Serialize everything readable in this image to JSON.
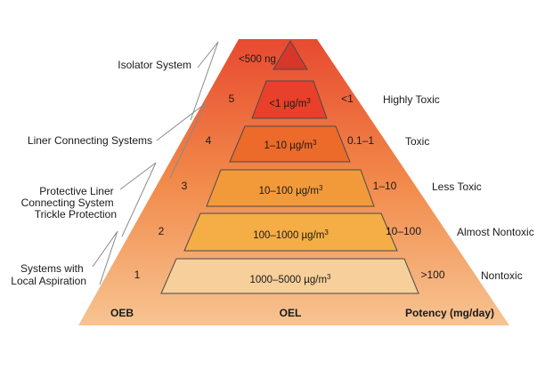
{
  "pyramid": {
    "top_label": "<500 ng",
    "footer": {
      "left": "OEB",
      "center": "OEL",
      "right": "Potency (mg/day)"
    },
    "levels": [
      {
        "oeb": "5",
        "oel_value": "<1 µg/m",
        "oel_sup": "3",
        "potency": "<1",
        "category": "Highly Toxic",
        "fill": "#e8402a"
      },
      {
        "oeb": "4",
        "oel_value": "1–10 µg/m",
        "oel_sup": "3",
        "potency": "0.1–1",
        "category": "Toxic",
        "fill": "#ec6a2a"
      },
      {
        "oeb": "3",
        "oel_value": "10–100 µg/m",
        "oel_sup": "3",
        "potency": "1–10",
        "category": "Less Toxic",
        "fill": "#f29a3a"
      },
      {
        "oeb": "2",
        "oel_value": "100–1000 µg/m",
        "oel_sup": "3",
        "potency": "10–100",
        "category": "Almost Nontoxic",
        "fill": "#f5ad45"
      },
      {
        "oeb": "1",
        "oel_value": "1000–5000 µg/m",
        "oel_sup": "3",
        "potency": ">100",
        "category": "Nontoxic",
        "fill": "#f7cf9a"
      }
    ]
  },
  "containment": [
    {
      "lines": [
        "Isolator System"
      ]
    },
    {
      "lines": [
        "Liner Connecting Systems"
      ]
    },
    {
      "lines": [
        "Protective Liner",
        "Connecting System",
        "Trickle Protection"
      ]
    },
    {
      "lines": [
        "Systems with",
        "Local Aspiration"
      ]
    }
  ],
  "colors": {
    "gradient_top": "#e84a30",
    "gradient_mid": "#f18a4a",
    "gradient_bottom": "#f7c492",
    "outline": "#4a4a4a"
  }
}
